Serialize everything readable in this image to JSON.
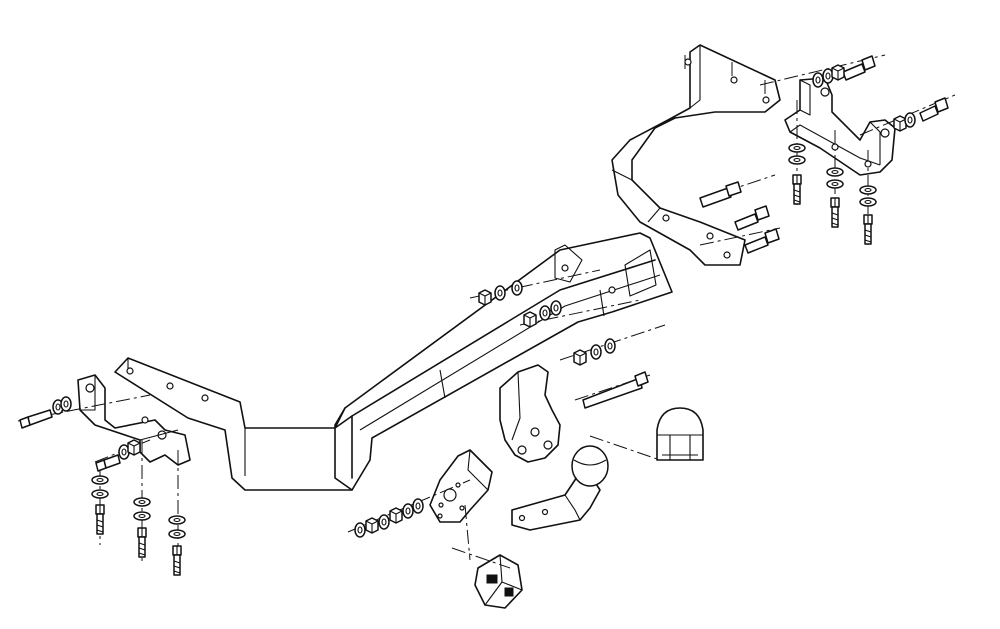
{
  "diagram": {
    "kind": "exploded-assembly",
    "subject": "tow-bar",
    "colors": {
      "line": "#111111",
      "background": "#ffffff"
    },
    "parts": [
      "main-crossbar",
      "left-mounting-bracket",
      "right-mounting-plate",
      "right-upper-bracket",
      "tow-ball-neck",
      "socket-plate",
      "electrical-socket",
      "ball-cover-cap",
      "bolt-set"
    ]
  }
}
